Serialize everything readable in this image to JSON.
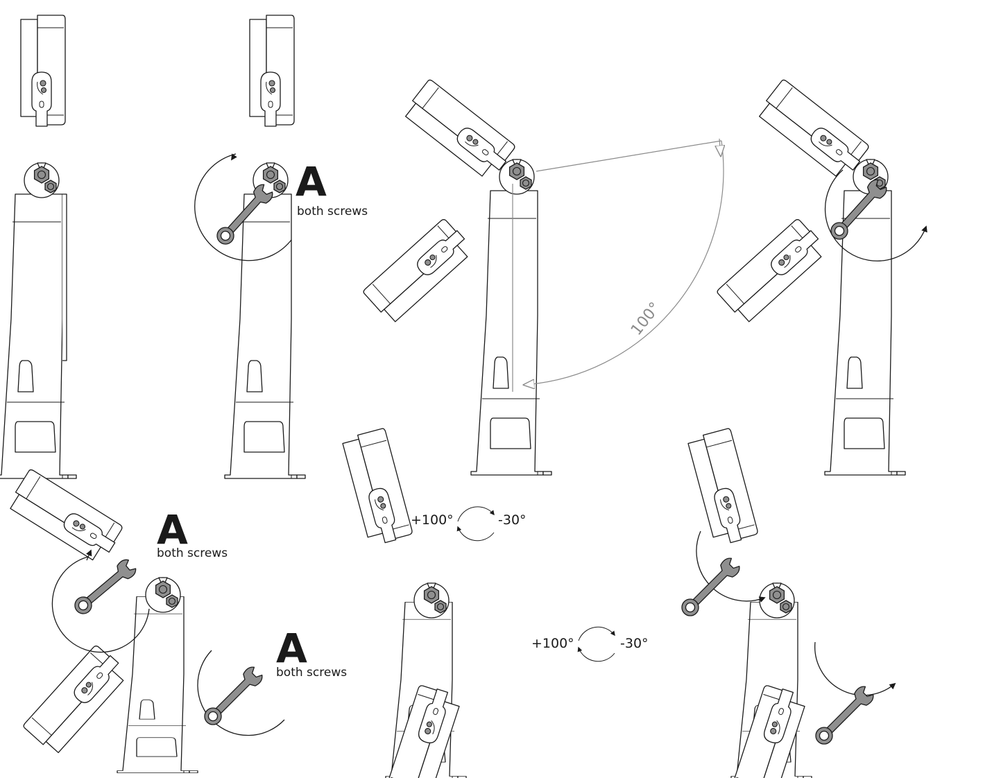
{
  "labels": {
    "step_marker": "A",
    "both_screws": "both screws",
    "angle_100": "100°",
    "plus_100": "+100°",
    "minus_30": "-30°"
  }
}
